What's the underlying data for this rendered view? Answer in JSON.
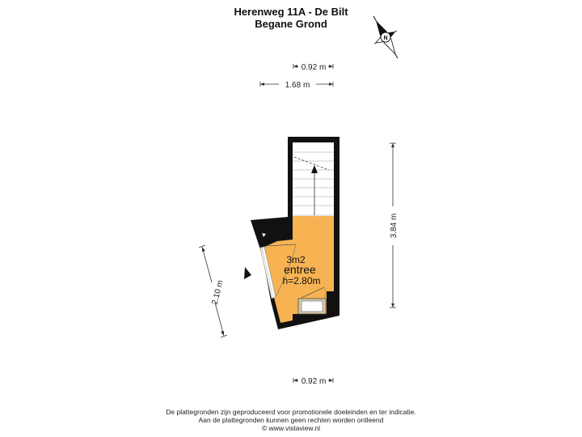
{
  "header": {
    "title": "Herenweg 11A - De Bilt",
    "subtitle": "Begane Grond"
  },
  "compass": {
    "label": "N",
    "icon": "compass-icon"
  },
  "dimensions": {
    "top_small": "0.92 m",
    "top_wide": "1.68 m",
    "right_height": "3.84 m",
    "left_diagonal": "2.10 m",
    "bottom_small": "0.92 m"
  },
  "room": {
    "area": "3m2",
    "name": "entree",
    "height": "h=2.80m"
  },
  "footer": {
    "line1": "De plattegronden zijn geproduceerd voor promotionele doeleinden en ter indicatie.",
    "line2": "Aan de plattegronden kunnen geen rechten worden ontleend",
    "line3": "© www.vistaview.nl"
  },
  "colors": {
    "wall": "#111111",
    "room_fill": "#f7b352",
    "stairs_fill": "#ffffff",
    "dimension_line": "#333333"
  }
}
